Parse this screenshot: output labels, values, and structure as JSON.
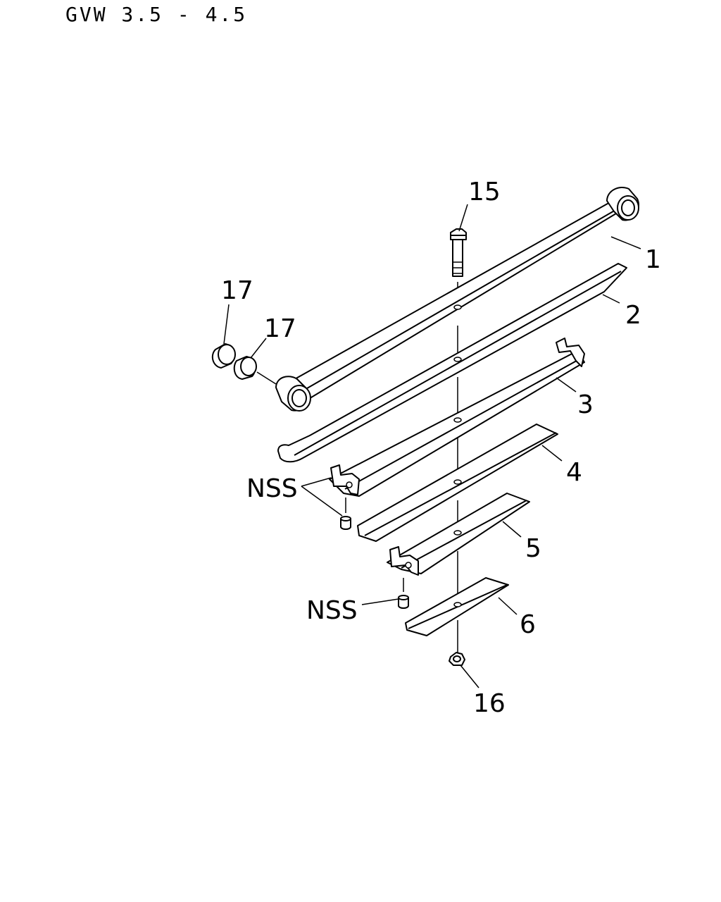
{
  "header": {
    "title": "GVW 3.5 - 4.5"
  },
  "callouts": {
    "c1": "1",
    "c2": "2",
    "c3": "3",
    "c4": "4",
    "c5": "5",
    "c6": "6",
    "c15": "15",
    "c16": "16",
    "c17a": "17",
    "c17b": "17",
    "nss_upper": "NSS",
    "nss_lower": "NSS"
  }
}
